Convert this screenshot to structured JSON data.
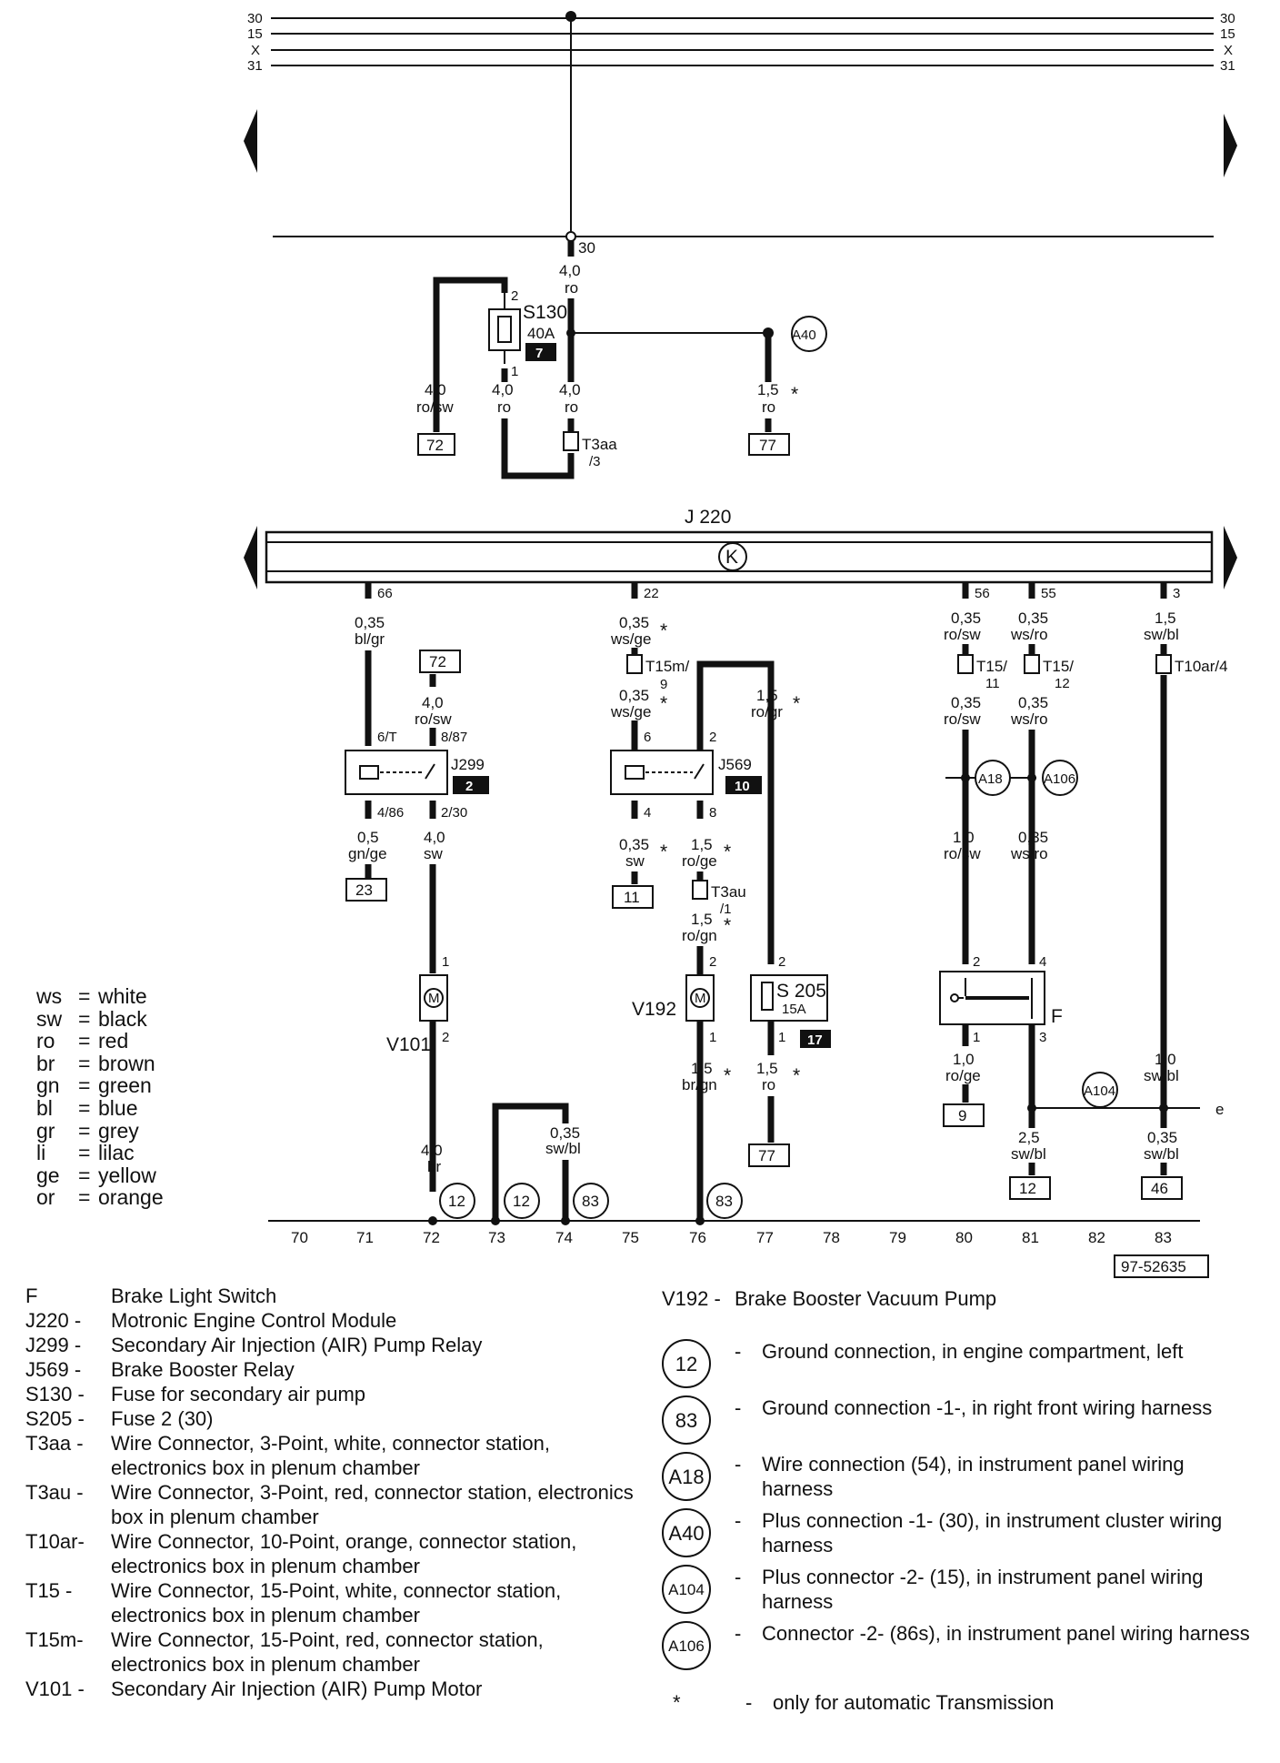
{
  "bus_lines": {
    "left": [
      "30",
      "15",
      "X",
      "31"
    ],
    "right": [
      "30",
      "15",
      "X",
      "31"
    ]
  },
  "top_section": {
    "terminal_30": "30",
    "feed_wire": {
      "size": "4,0",
      "color": "ro"
    },
    "fuse_s130": {
      "name": "S130",
      "rating": "40A",
      "slot": "7",
      "pin_top": "2",
      "pin_bottom": "1"
    },
    "wire_left": {
      "size": "4,0",
      "color": "ro/sw",
      "ref": "72"
    },
    "wire_fuse_out": {
      "size": "4,0",
      "color": "ro"
    },
    "wire_right": {
      "size": "4,0",
      "color": "ro"
    },
    "connector_t3aa": {
      "name": "T3aa",
      "pin": "/3"
    },
    "a40_wire": {
      "size": "1,5",
      "color": "ro",
      "star": "*",
      "ref": "77",
      "node": "A40"
    }
  },
  "ecm": {
    "name": "J 220",
    "symbol": "K"
  },
  "circuits": {
    "c66": {
      "pin": "66",
      "size": "0,35",
      "color": "bl/gr"
    },
    "j299": {
      "name": "J299",
      "slot": "2",
      "pin_6t": "6/T",
      "pin_887": "8/87",
      "pin_486": "4/86",
      "pin_230": "2/30",
      "feed": {
        "ref": "72",
        "size": "4,0",
        "color": "ro/sw"
      },
      "out_left": {
        "size": "0,5",
        "color": "gn/ge",
        "ref": "23"
      },
      "out_right": {
        "size": "4,0",
        "color": "sw"
      }
    },
    "v101": {
      "name": "V101",
      "pin_top": "1",
      "pin_bottom": "2",
      "wire": {
        "size": "4,0",
        "color": "br"
      }
    },
    "c22": {
      "pin": "22",
      "wire_a": {
        "size": "0,35",
        "color": "ws/ge",
        "star": "*"
      },
      "connector": {
        "name": "T15m/",
        "pin": "9"
      },
      "wire_b": {
        "size": "0,35",
        "color": "ws/ge",
        "star": "*"
      }
    },
    "j569": {
      "name": "J569",
      "slot": "10",
      "pin_6": "6",
      "pin_2": "2",
      "pin_4": "4",
      "pin_8": "8",
      "out_left": {
        "size": "0,35",
        "color": "sw",
        "star": "*",
        "ref": "11"
      },
      "out_right": {
        "size": "1,5",
        "color": "ro/ge",
        "star": "*"
      },
      "feed": {
        "size": "1,5",
        "color": "ro/gr",
        "star": "*"
      }
    },
    "t3au": {
      "name": "T3au",
      "pin": "/1",
      "wire": {
        "size": "1,5",
        "color": "ro/gn",
        "star": "*"
      }
    },
    "v192": {
      "name": "V192",
      "pin_top": "2",
      "pin_bottom": "1",
      "wire": {
        "size": "1,5",
        "color": "br/gn",
        "star": "*"
      }
    },
    "s205": {
      "name": "S 205",
      "rating": "15A",
      "slot": "17",
      "pin_top": "2",
      "pin_bottom": "1",
      "wire": {
        "size": "1,5",
        "color": "ro",
        "star": "*",
        "ref": "77"
      }
    },
    "c56": {
      "pin": "56",
      "wire_a": {
        "size": "0,35",
        "color": "ro/sw"
      },
      "connector": {
        "name": "T15/",
        "pin": "11"
      },
      "wire_b": {
        "size": "0,35",
        "color": "ro/sw"
      },
      "node": "A18",
      "wire_c": {
        "size": "1,0",
        "color": "ro/sw"
      }
    },
    "c55": {
      "pin": "55",
      "wire_a": {
        "size": "0,35",
        "color": "ws/ro"
      },
      "connector": {
        "name": "T15/",
        "pin": "12"
      },
      "wire_b": {
        "size": "0,35",
        "color": "ws/ro"
      },
      "node": "A106",
      "wire_c": {
        "size": "0,35",
        "color": "ws/ro"
      }
    },
    "switch_f": {
      "name": "F",
      "pin_2": "2",
      "pin_4": "4",
      "pin_1": "1",
      "pin_3": "3",
      "out_left": {
        "size": "1,0",
        "color": "ro/ge",
        "ref": "9"
      },
      "out_right": {
        "size": "2,5",
        "color": "sw/bl",
        "ref": "12"
      }
    },
    "c3": {
      "pin": "3",
      "wire_a": {
        "size": "1,5",
        "color": "sw/bl"
      },
      "connector": {
        "name": "T10ar/4"
      },
      "wire_b": {
        "size": "1,0",
        "color": "sw/bl"
      },
      "wire_c": {
        "size": "0,35",
        "color": "sw/bl",
        "ref": "46"
      }
    },
    "a104": {
      "node": "A104",
      "label": "e"
    },
    "ground_73": {
      "size": "0,35",
      "color": "sw/bl"
    }
  },
  "ground_nodes": [
    "12",
    "12",
    "83",
    "83"
  ],
  "ruler": [
    "70",
    "71",
    "72",
    "73",
    "74",
    "75",
    "76",
    "77",
    "78",
    "79",
    "80",
    "81",
    "82",
    "83"
  ],
  "figure_id": "97-52635",
  "color_legend": [
    {
      "abbr": "ws",
      "name": "white"
    },
    {
      "abbr": "sw",
      "name": "black"
    },
    {
      "abbr": "ro",
      "name": "red"
    },
    {
      "abbr": "br",
      "name": "brown"
    },
    {
      "abbr": "gn",
      "name": "green"
    },
    {
      "abbr": "bl",
      "name": "blue"
    },
    {
      "abbr": "gr",
      "name": "grey"
    },
    {
      "abbr": "li",
      "name": "lilac"
    },
    {
      "abbr": "ge",
      "name": "yellow"
    },
    {
      "abbr": "or",
      "name": "orange"
    }
  ],
  "components_left": [
    {
      "code": "F",
      "dash": "-",
      "desc": "Brake Light Switch"
    },
    {
      "code": "J220 -",
      "dash": "",
      "desc": "Motronic Engine Control Module"
    },
    {
      "code": "J299 -",
      "dash": "",
      "desc": "Secondary Air Injection (AIR) Pump Relay"
    },
    {
      "code": "J569 -",
      "dash": "",
      "desc": "Brake Booster Relay"
    },
    {
      "code": "S130 -",
      "dash": "",
      "desc": "Fuse for secondary air pump"
    },
    {
      "code": "S205 -",
      "dash": "",
      "desc": "Fuse 2 (30)"
    },
    {
      "code": "T3aa -",
      "dash": "",
      "desc": "Wire Connector, 3-Point, white, connector station, electronics box in plenum chamber"
    },
    {
      "code": "T3au -",
      "dash": "",
      "desc": "Wire Connector, 3-Point, red, connector station, electronics box in plenum chamber"
    },
    {
      "code": "T10ar-",
      "dash": "",
      "desc": "Wire Connector, 10-Point, orange, connector station, electronics box in plenum chamber"
    },
    {
      "code": "T15  -",
      "dash": "",
      "desc": "Wire Connector, 15-Point, white, connector station, electronics box in plenum chamber"
    },
    {
      "code": "T15m-",
      "dash": "",
      "desc": "Wire Connector, 15-Point, red, connector station, electronics box in plenum chamber"
    },
    {
      "code": "V101 -",
      "dash": "",
      "desc": "Secondary Air Injection (AIR) Pump Motor"
    }
  ],
  "components_right": [
    {
      "code": "V192 -",
      "desc": "Brake Booster Vacuum Pump"
    },
    {
      "code": "12",
      "desc": "Ground connection, in engine compartment, left"
    },
    {
      "code": "83",
      "desc": "Ground connection -1-, in right front wiring harness"
    },
    {
      "code": "A18",
      "desc": "Wire connection (54), in instrument panel wiring harness"
    },
    {
      "code": "A40",
      "desc": "Plus connection -1- (30), in instrument cluster wiring harness"
    },
    {
      "code": "A104",
      "desc": "Plus connector -2- (15), in instrument panel wiring harness"
    },
    {
      "code": "A106",
      "desc": "Connector -2- (86s), in instrument panel wiring harness"
    },
    {
      "code": "*",
      "desc": "only for automatic Transmission"
    }
  ]
}
